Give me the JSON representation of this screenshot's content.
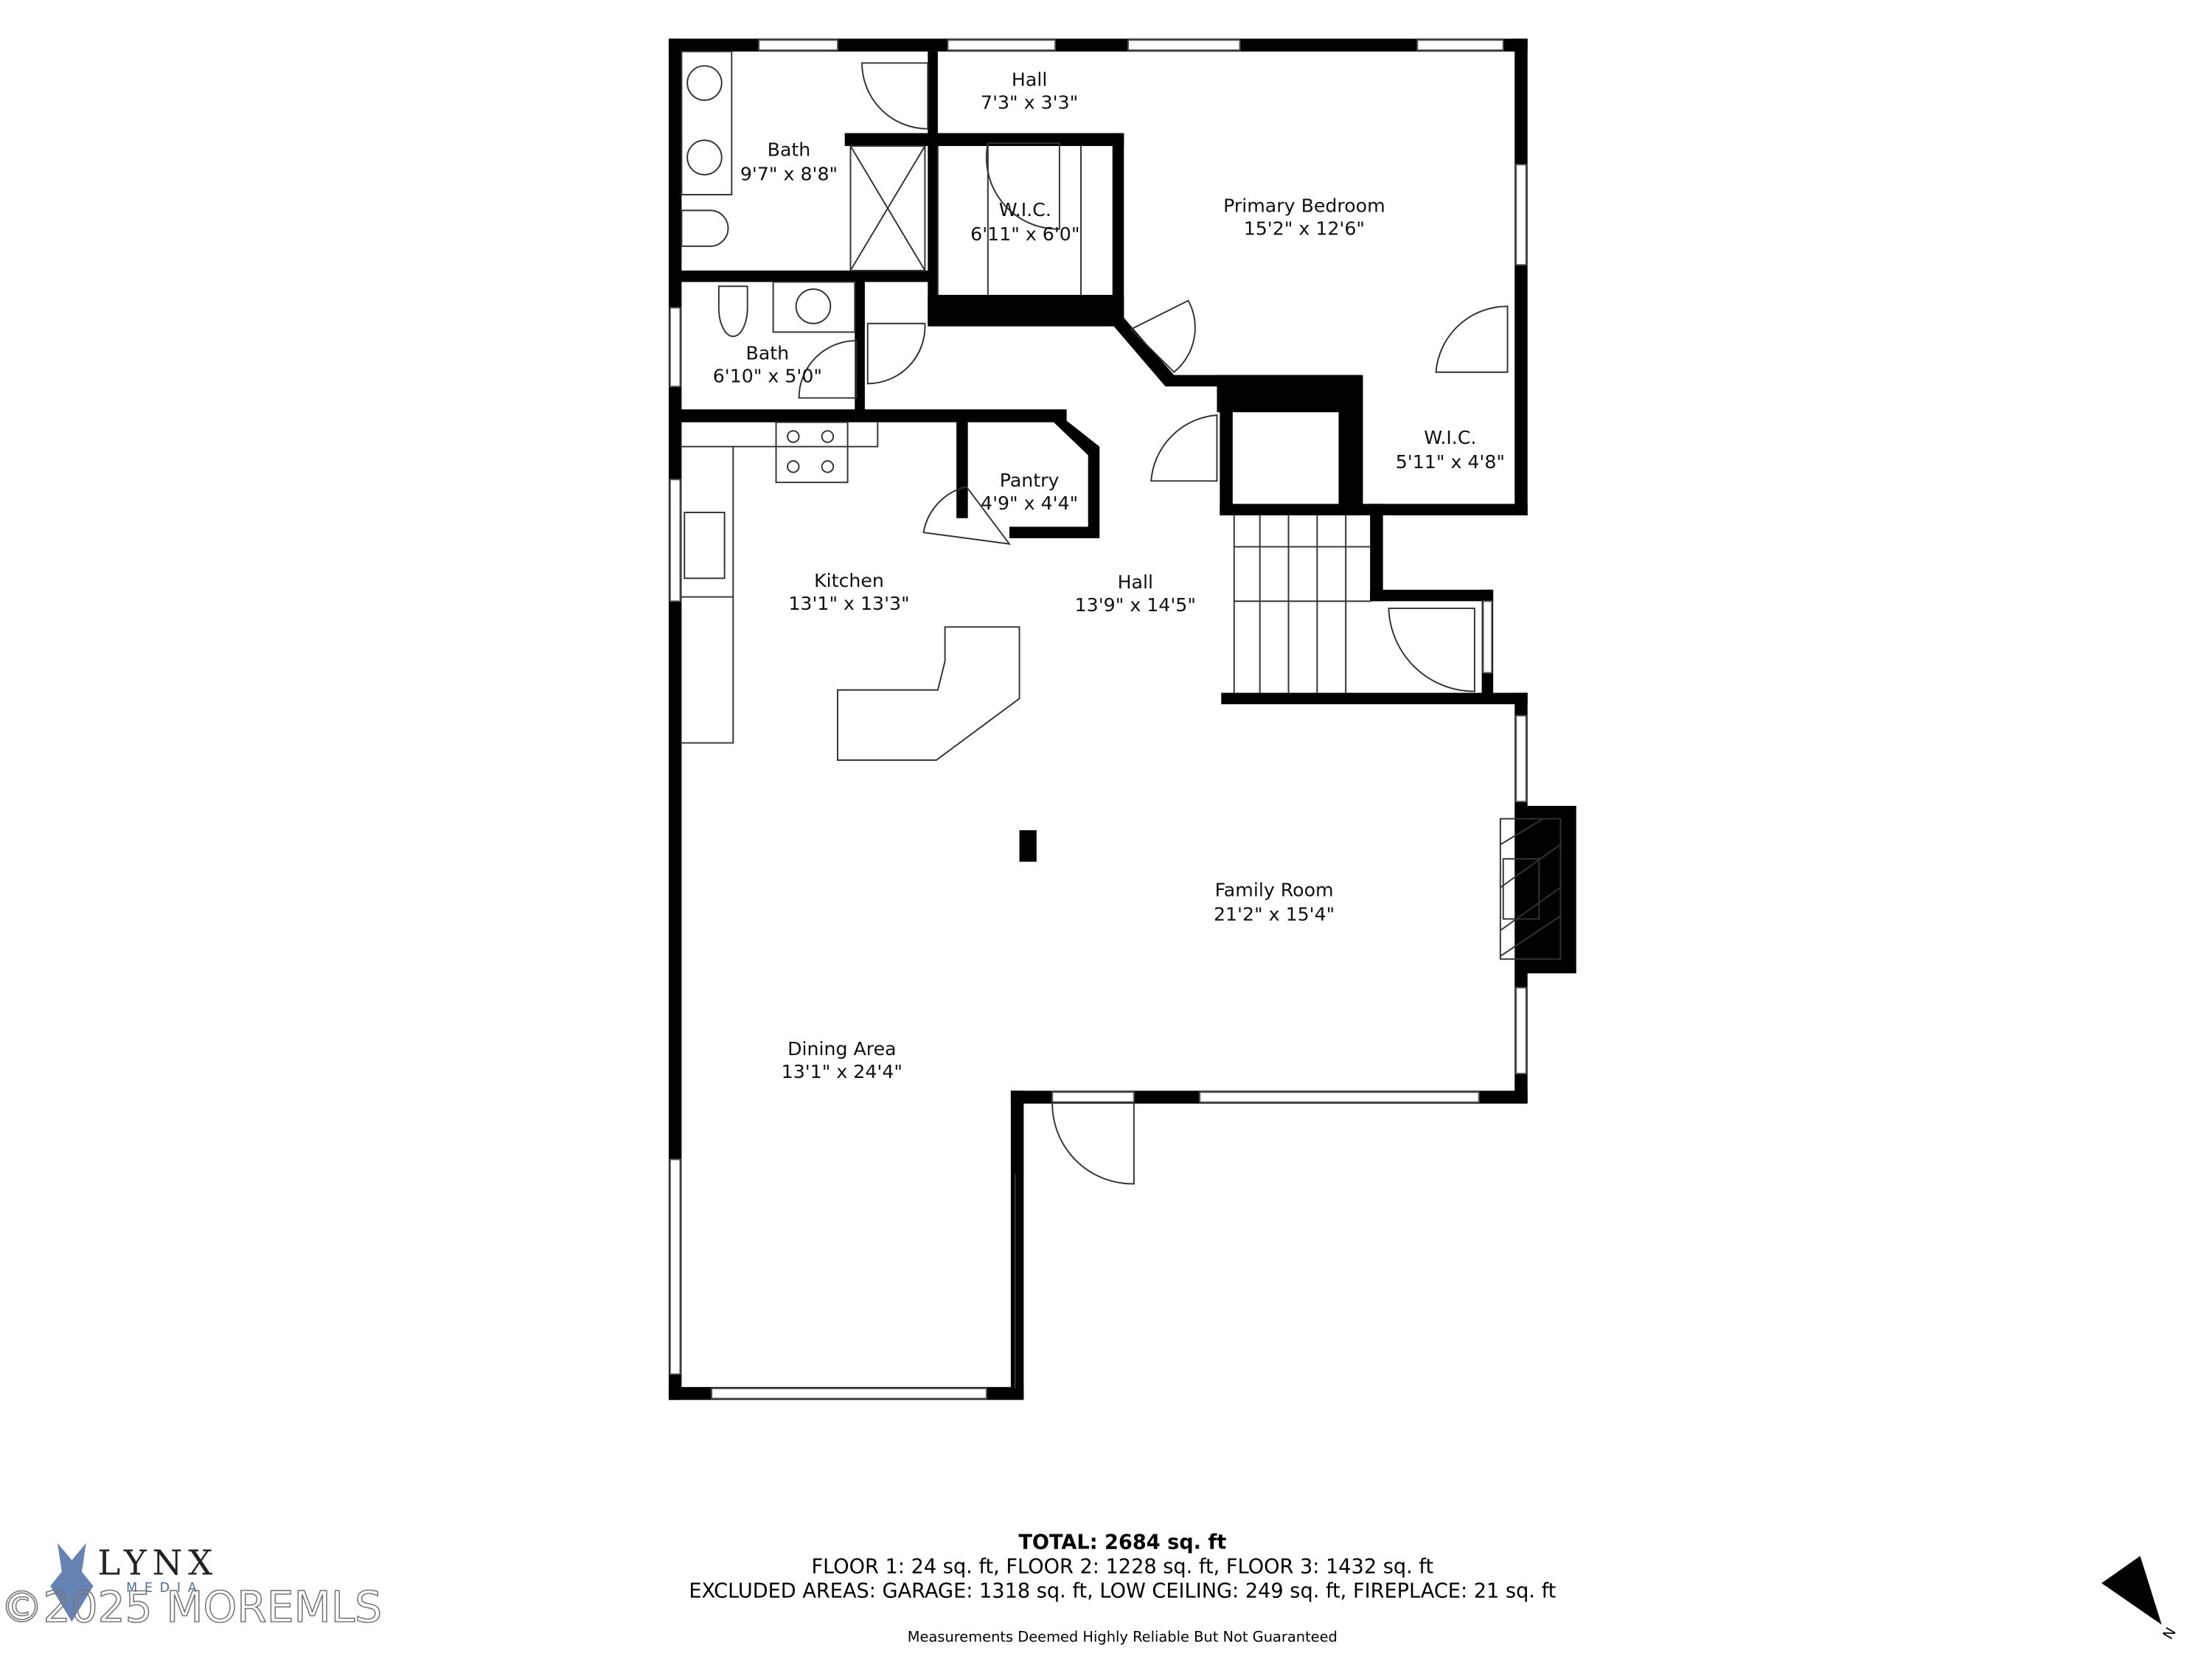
{
  "rooms": [
    {
      "name": "Hall",
      "size": "7'3\" x 3'3\""
    },
    {
      "name": "Bath",
      "size": "9'7\" x 8'8\""
    },
    {
      "name": "W.I.C.",
      "size": "6'11\" x 6'0\""
    },
    {
      "name": "Primary Bedroom",
      "size": "15'2\" x 12'6\""
    },
    {
      "name": "Bath",
      "size": "6'10\" x 5'0\""
    },
    {
      "name": "Pantry",
      "size": "4'9\" x 4'4\""
    },
    {
      "name": "W.I.C.",
      "size": "5'11\" x 4'8\""
    },
    {
      "name": "Kitchen",
      "size": "13'1\" x 13'3\""
    },
    {
      "name": "Hall",
      "size": "13'9\" x 14'5\""
    },
    {
      "name": "Family Room",
      "size": "21'2\" x 15'4\""
    },
    {
      "name": "Dining Area",
      "size": "13'1\" x 24'4\""
    }
  ],
  "footer": {
    "total": "TOTAL: 2684 sq. ft",
    "floors": "FLOOR 1: 24 sq. ft, FLOOR 2: 1228 sq. ft, FLOOR 3: 1432 sq. ft",
    "excluded": "EXCLUDED AREAS: GARAGE: 1318 sq. ft, LOW CEILING: 249 sq. ft, FIREPLACE: 21 sq. ft",
    "disclaimer": "Measurements Deemed Highly Reliable But Not Guaranteed"
  },
  "logo": {
    "brand": "LYNX",
    "sub": "MEDIA",
    "watermark": "©2025 MOREMLS",
    "color": "#4a6fa8"
  },
  "compass": {
    "label": "N",
    "icon": "north-arrow-icon"
  }
}
